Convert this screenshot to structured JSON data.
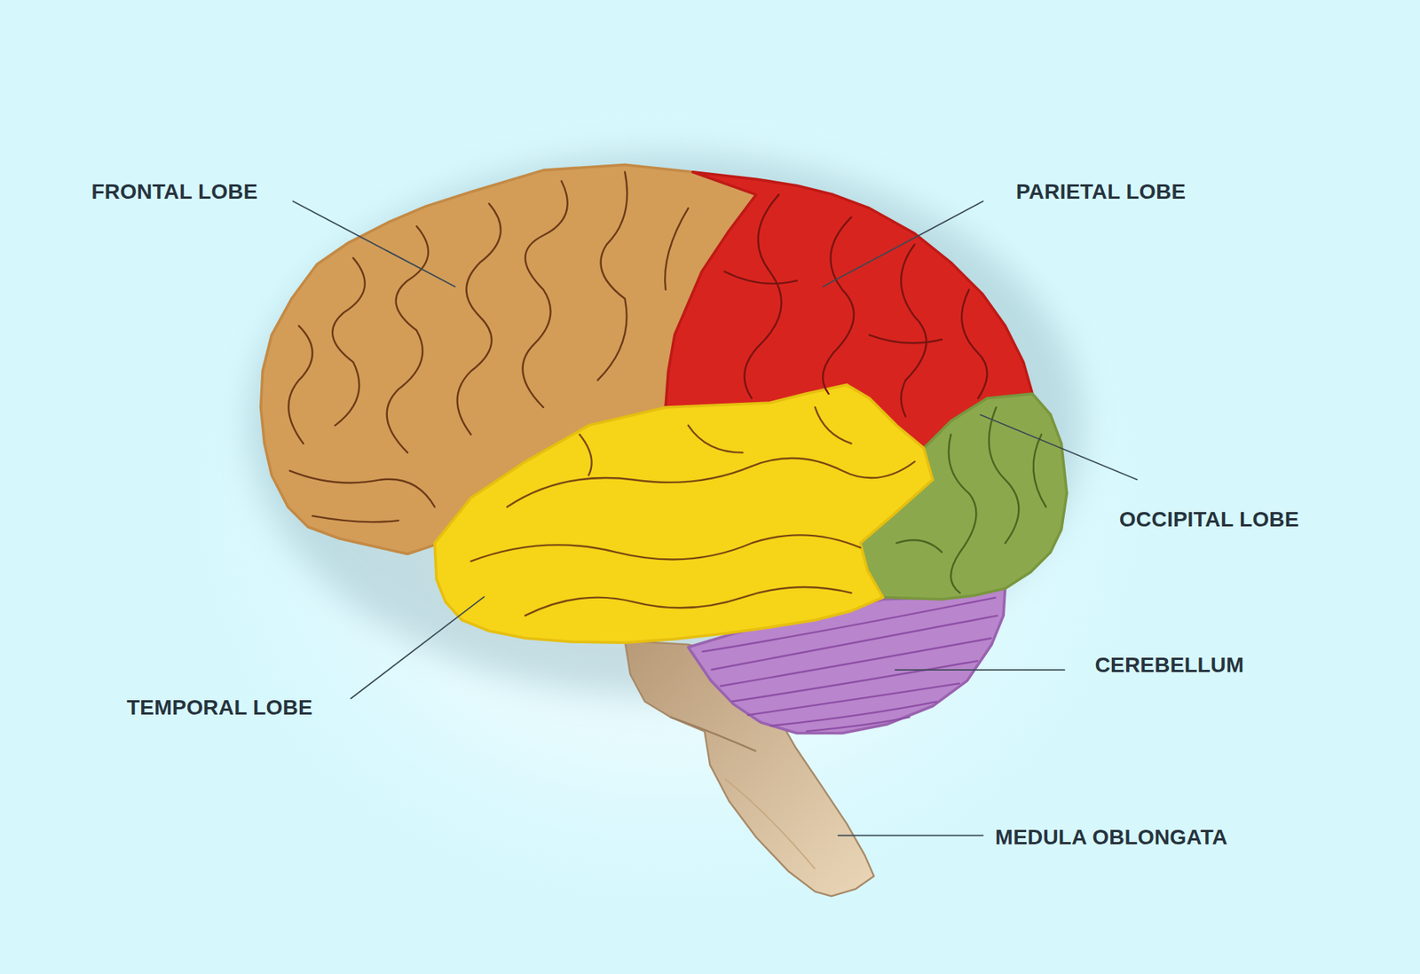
{
  "diagram": {
    "labels": [
      "FRONTAL LOBE",
      "PARIETAL LOBE",
      "OCCIPITAL LOBE",
      "CEREBELLUM",
      "TEMPORAL LOBE",
      "MEDULA OBLONGATA"
    ]
  }
}
